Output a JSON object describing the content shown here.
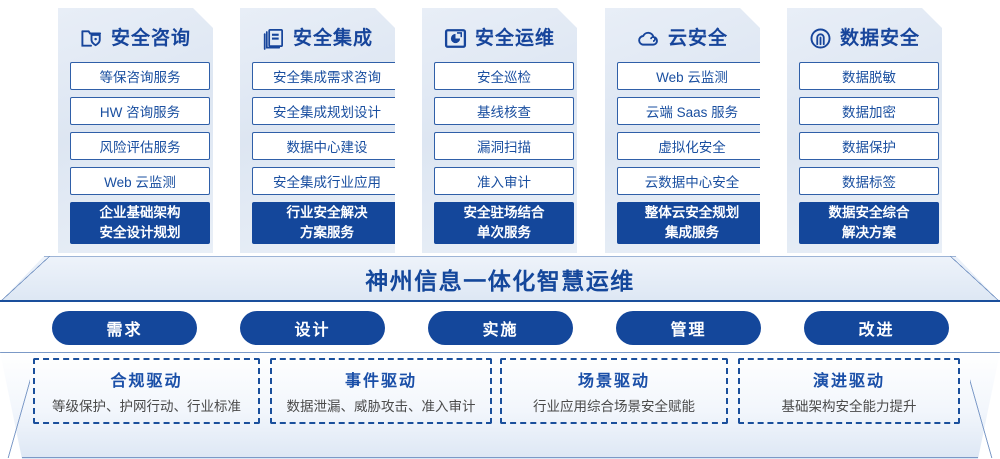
{
  "colors": {
    "brand_blue": "#14479b",
    "accent_blue": "#1a4fa8",
    "chip_border": "#2f5fa8",
    "card_bg": "#e3eaf4",
    "white": "#ffffff"
  },
  "columns": [
    {
      "icon": "folder-shield-icon",
      "title": "安全咨询",
      "items": [
        "等保咨询服务",
        "HW 咨询服务",
        "风险评估服务",
        "Web 云监测"
      ],
      "highlight": [
        "企业基础架构",
        "安全设计规划"
      ]
    },
    {
      "icon": "stacked-documents-icon",
      "title": "安全集成",
      "items": [
        "安全集成需求咨询",
        "安全集成规划设计",
        "数据中心建设",
        "安全集成行业应用"
      ],
      "highlight": [
        "行业安全解决",
        "方案服务"
      ]
    },
    {
      "icon": "monitor-chart-icon",
      "title": "安全运维",
      "items": [
        "安全巡检",
        "基线核查",
        "漏洞扫描",
        "准入审计"
      ],
      "highlight": [
        "安全驻场结合",
        "单次服务"
      ]
    },
    {
      "icon": "cloud-icon",
      "title": "云安全",
      "items": [
        "Web 云监测",
        "云端 Saas 服务",
        "虚拟化安全",
        "云数据中心安全"
      ],
      "highlight": [
        "整体云安全规划",
        "集成服务"
      ]
    },
    {
      "icon": "fingerprint-icon",
      "title": "数据安全",
      "items": [
        "数据脱敏",
        "数据加密",
        "数据保护",
        "数据标签"
      ],
      "highlight": [
        "数据安全综合",
        "解决方案"
      ]
    }
  ],
  "banner": {
    "title": "神州信息一体化智慧运维"
  },
  "phases": [
    {
      "label": "需求"
    },
    {
      "label": "设计"
    },
    {
      "label": "实施"
    },
    {
      "label": "管理"
    },
    {
      "label": "改进"
    }
  ],
  "drivers": [
    {
      "title": "合规驱动",
      "subtitle": "等级保护、护网行动、行业标准"
    },
    {
      "title": "事件驱动",
      "subtitle": "数据泄漏、威胁攻击、准入审计"
    },
    {
      "title": "场景驱动",
      "subtitle": "行业应用综合场景安全赋能"
    },
    {
      "title": "演进驱动",
      "subtitle": "基础架构安全能力提升"
    }
  ]
}
